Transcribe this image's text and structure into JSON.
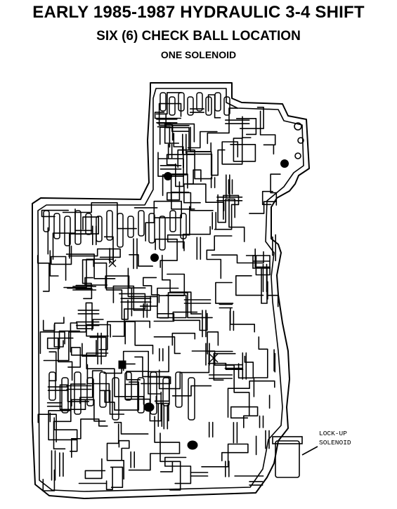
{
  "header": {
    "title": "EARLY 1985-1987 HYDRAULIC 3-4 SHIFT",
    "subtitle": "SIX (6) CHECK BALL LOCATION",
    "note": "ONE SOLENOID"
  },
  "callout": {
    "line1": "LOCK-UP",
    "line2": "SOLENOID"
  },
  "colors": {
    "ink": "#000000",
    "paper": "#ffffff"
  }
}
